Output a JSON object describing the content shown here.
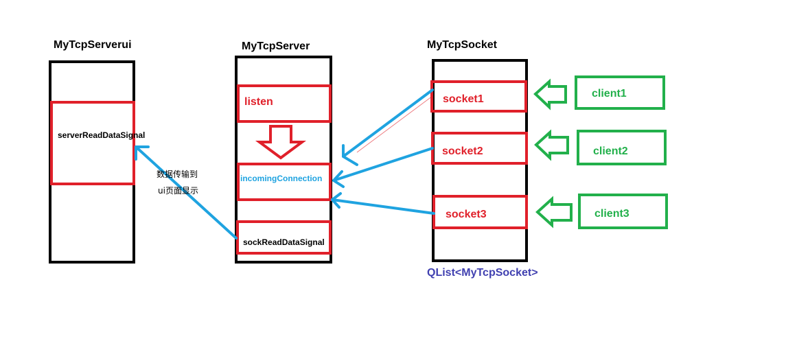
{
  "diagram": {
    "columns": {
      "ui": {
        "title": "MyTcpServerui",
        "signal": "serverReadDataSignal"
      },
      "server": {
        "title": "MyTcpServer",
        "listen": "listen",
        "incoming": "incomingConnection",
        "sockSignal": "sockReadDataSignal"
      },
      "socket": {
        "title": "MyTcpSocket",
        "items": [
          "socket1",
          "socket2",
          "socket3"
        ],
        "list_label": "QList<MyTcpSocket>"
      }
    },
    "clients": [
      "client1",
      "client2",
      "client3"
    ],
    "transfer_label": [
      "数据传输到",
      "ui页面显示"
    ],
    "colors": {
      "frame": "#000000",
      "red": "#e0202a",
      "green": "#22b04b",
      "blue": "#1fa3e0",
      "list_label": "#4040b0"
    }
  }
}
